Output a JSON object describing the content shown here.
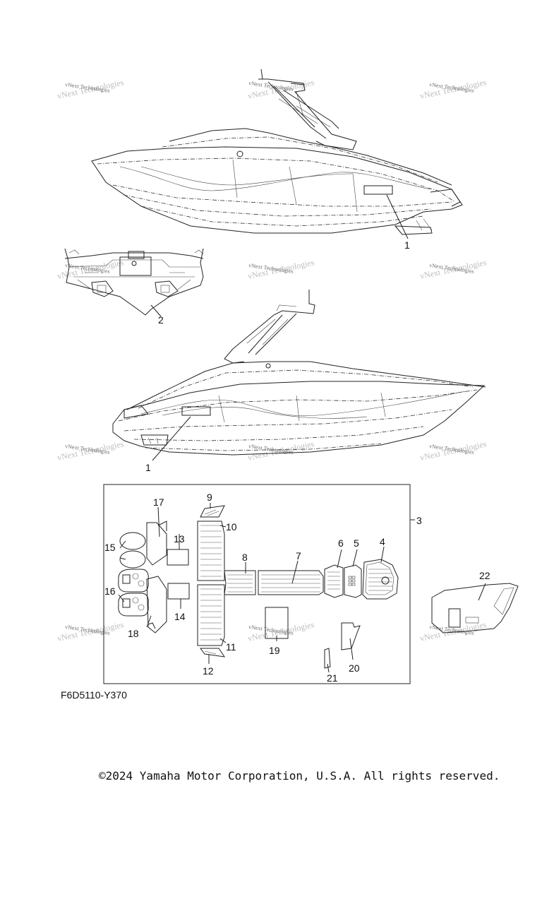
{
  "diagram_code": "F6D5110-Y370",
  "copyright": "©2024 Yamaha Motor Corporation, U.S.A. All rights reserved.",
  "watermark_text": "vNext Technologies",
  "callouts": {
    "c1a": "1",
    "c1b": "1",
    "c2": "2",
    "c3": "3",
    "c4": "4",
    "c5": "5",
    "c6": "6",
    "c7": "7",
    "c8": "8",
    "c9": "9",
    "c10": "10",
    "c11": "11",
    "c12": "12",
    "c13": "13",
    "c14": "14",
    "c15": "15",
    "c16": "16",
    "c17": "17",
    "c18": "18",
    "c19": "19",
    "c20": "20",
    "c21": "21",
    "c22": "22"
  }
}
